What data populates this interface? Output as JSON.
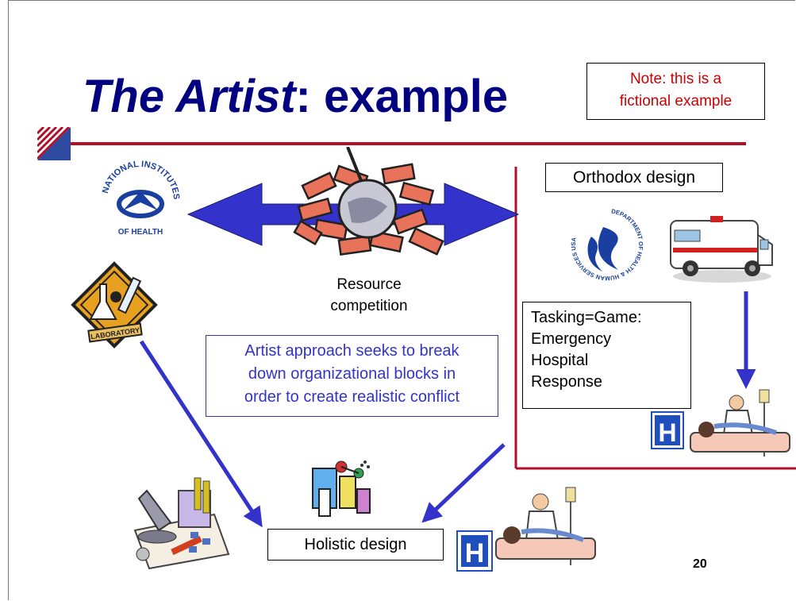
{
  "slide": {
    "title_italic": "The Artist",
    "title_rest": ": example",
    "note_lines": [
      "Note:  this is a",
      "fictional example"
    ],
    "orthodox_label": "Orthodox design",
    "resource_lines": [
      "Resource",
      "competition"
    ],
    "tasking_lines": [
      "Tasking=Game:",
      "Emergency",
      "Hospital",
      "Response"
    ],
    "artist_lines": [
      "Artist approach seeks to break",
      "down organizational blocks in",
      "order to create realistic conflict"
    ],
    "holistic_label": "Holistic design",
    "page_number": "20",
    "nih_logo_text": "NATIONAL INSTITUTES OF HEALTH",
    "hhs_logo_text": "DEPARTMENT OF HEALTH & HUMAN SERVICES USA",
    "lab_sign_text": "LABORATORY",
    "hospital_sign_text": "H"
  },
  "colors": {
    "title": "#000080",
    "rule": "#b0102a",
    "note_text": "#cc0000",
    "artist_text": "#3333cc",
    "arrow": "#3333cc",
    "hospital_sign": "#1f4fbf"
  },
  "icons": [
    "corner-stripe-icon",
    "nih-logo",
    "hhs-logo",
    "brick-wall-wrecking-ball-icon",
    "laboratory-sign-icon",
    "ambulance-icon",
    "hospital-bed-icon",
    "hospital-h-icon",
    "microscope-lab-clipart",
    "science-clipart"
  ]
}
